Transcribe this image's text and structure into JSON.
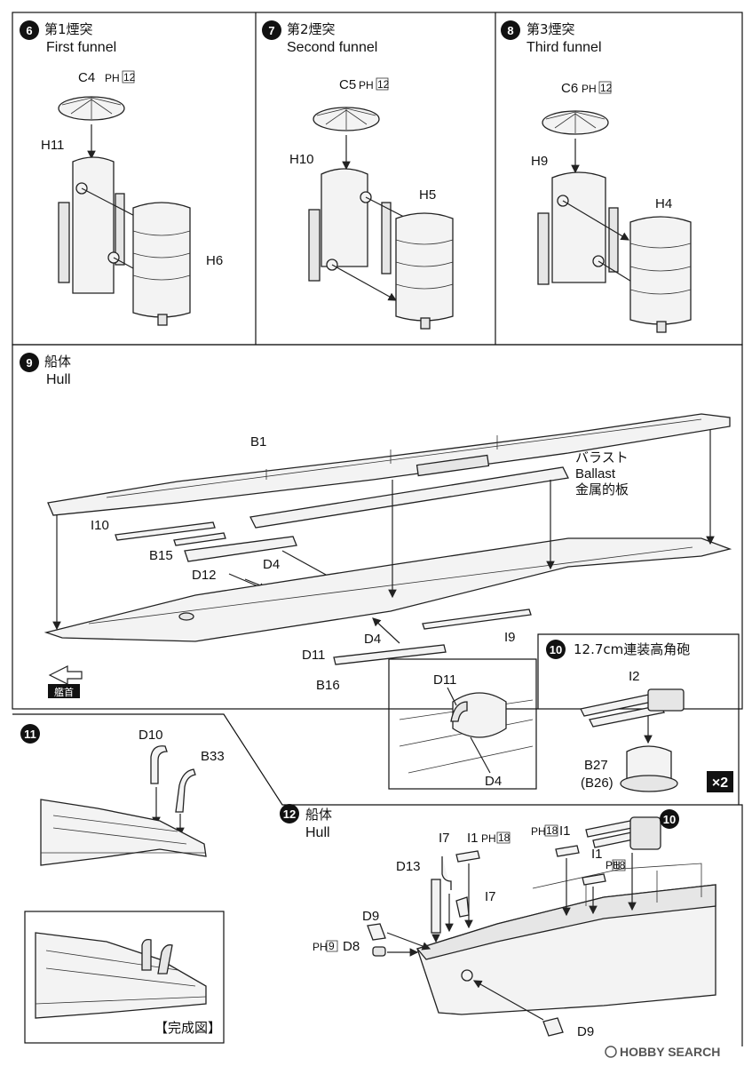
{
  "step6": {
    "num": "6",
    "title_jp": "第1煙突",
    "title_en": "First funnel",
    "parts": {
      "cap": "C4",
      "cap_ph": "PH",
      "cap_ph_num": "12",
      "body": "H11",
      "front": "H6"
    }
  },
  "step7": {
    "num": "7",
    "title_jp": "第2煙突",
    "title_en": "Second funnel",
    "parts": {
      "cap": "C5",
      "cap_ph": "PH",
      "cap_ph_num": "12",
      "body": "H10",
      "front": "H5"
    }
  },
  "step8": {
    "num": "8",
    "title_jp": "第3煙突",
    "title_en": "Third funnel",
    "parts": {
      "cap": "C6",
      "cap_ph": "PH",
      "cap_ph_num": "12",
      "body": "H9",
      "front": "H4"
    }
  },
  "step9": {
    "num": "9",
    "title_jp": "船体",
    "title_en": "Hull",
    "parts": {
      "deck": "B1",
      "ballast_jp": "バラスト",
      "ballast_en": "Ballast",
      "ballast_jp2": "金属的板",
      "i10": "I10",
      "b15": "B15",
      "d4a": "D4",
      "d12": "D12",
      "i9": "I9",
      "d4b": "D4",
      "d11": "D11",
      "b16": "B16",
      "bow": "艦首"
    },
    "inset": {
      "d11": "D11",
      "d4": "D4"
    }
  },
  "step10": {
    "num": "10",
    "title": "12.7cm連装高角砲",
    "parts": {
      "i2": "I2",
      "b27": "B27",
      "b26": "(B26)"
    },
    "qty": "×2"
  },
  "step11": {
    "num": "11",
    "parts": {
      "d10": "D10",
      "b33": "B33"
    },
    "complete": "【完成図】"
  },
  "step12": {
    "num": "12",
    "title_jp": "船体",
    "title_en": "Hull",
    "parts": {
      "i7a": "I7",
      "i1a": "I1",
      "i1a_ph": "PH",
      "i1a_ph_num": "18",
      "i1b_ph": "PH",
      "i1b_ph_num": "18",
      "i1b": "I1",
      "i1c": "I1",
      "i1c_ph": "PH",
      "i1c_ph_num": "18",
      "d13": "D13",
      "i7b": "I7",
      "d9a": "D9",
      "d8_ph": "PH",
      "d8_ph_num": "9",
      "d8": "D8",
      "d9b": "D9",
      "ref10": "10"
    }
  },
  "watermark": "HOBBY SEARCH"
}
